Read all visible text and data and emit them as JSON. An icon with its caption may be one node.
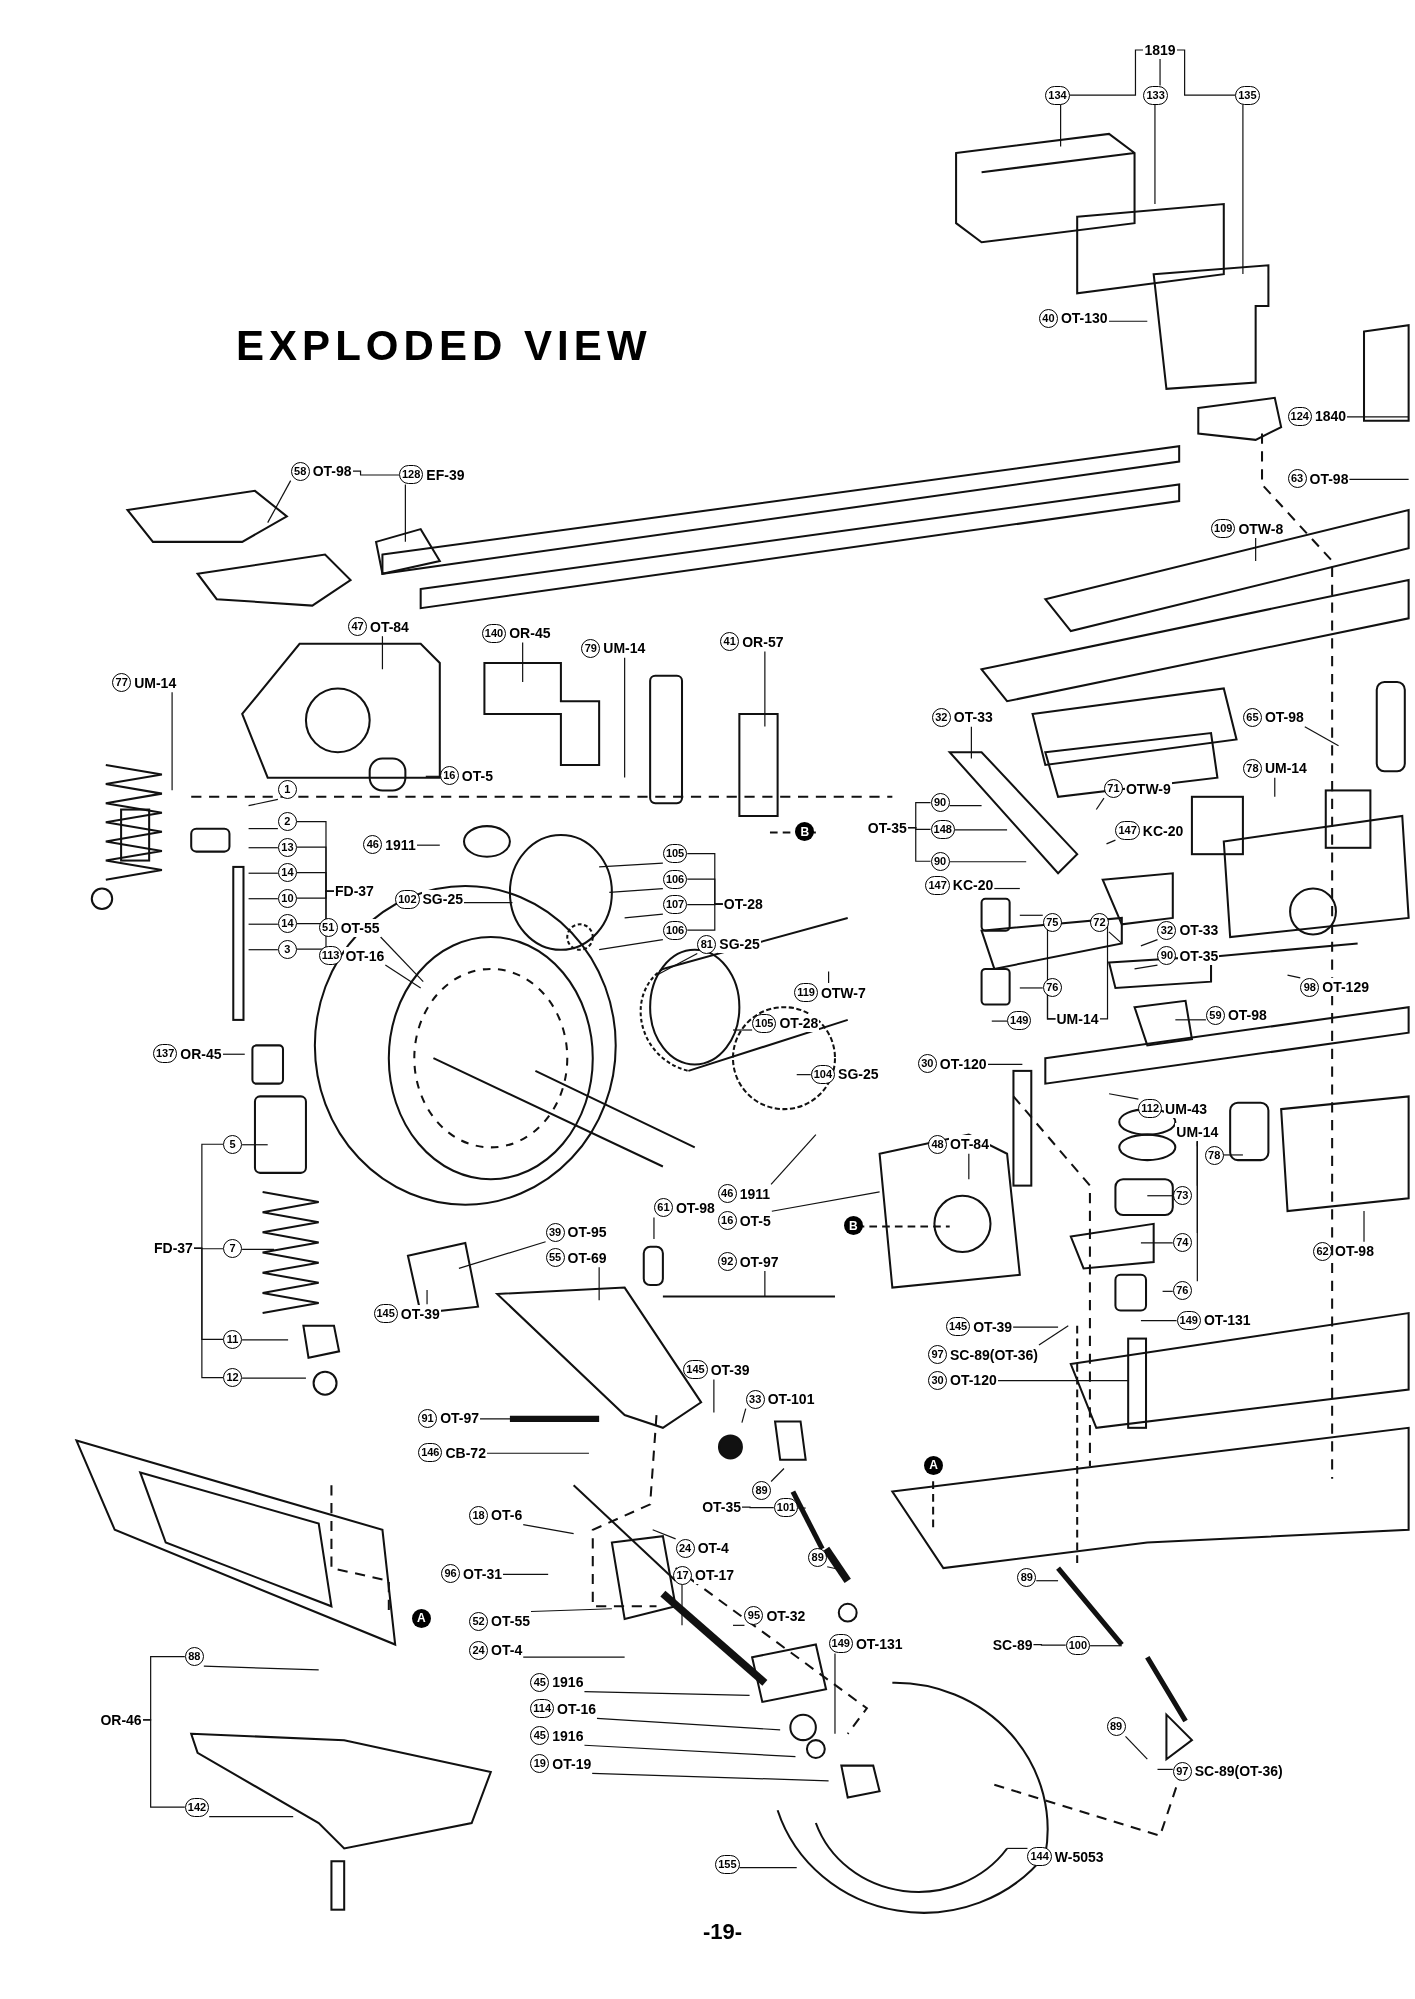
{
  "diagram": {
    "title": "EXPLODED VIEW",
    "nodes": [
      {
        "text": [
          "1819"
        ]
      },
      {
        "text": [
          "134"
        ]
      },
      {
        "text": [
          "133"
        ]
      },
      {
        "text": [
          "135"
        ]
      },
      {
        "text": [
          "40",
          "OT-130"
        ]
      },
      {
        "text": [
          "124",
          "1840"
        ]
      },
      {
        "text": [
          "63",
          "OT-98"
        ]
      },
      {
        "text": [
          "109",
          "OTW-8"
        ]
      },
      {
        "text": [
          "58",
          "OT-98"
        ]
      },
      {
        "text": [
          "128",
          "EF-39"
        ]
      },
      {
        "text": [
          "47",
          "OT-84"
        ]
      },
      {
        "text": [
          "140",
          "OR-45"
        ]
      },
      {
        "text": [
          "79",
          "UM-14"
        ]
      },
      {
        "text": [
          "41",
          "OR-57"
        ]
      },
      {
        "text": [
          "77",
          "UM-14"
        ]
      },
      {
        "text": [
          "16",
          "OT-5"
        ]
      },
      {
        "text": [
          "32",
          "OT-33"
        ]
      },
      {
        "text": [
          "65",
          "OT-98"
        ]
      },
      {
        "text": [
          "71",
          "OTW-9"
        ]
      },
      {
        "text": [
          "78",
          "UM-14"
        ]
      },
      {
        "text": [
          "OT-35"
        ]
      },
      {
        "text": [
          "90"
        ]
      },
      {
        "text": [
          "148"
        ]
      },
      {
        "text": [
          "90"
        ]
      },
      {
        "text": [
          "147",
          "KC-20"
        ]
      },
      {
        "text": [
          "147",
          "KC-20"
        ]
      },
      {
        "text": [
          "1"
        ]
      },
      {
        "text": [
          "2"
        ]
      },
      {
        "text": [
          "13"
        ]
      },
      {
        "text": [
          "14"
        ]
      },
      {
        "text": [
          "10"
        ]
      },
      {
        "text": [
          "14"
        ]
      },
      {
        "text": [
          "3"
        ]
      },
      {
        "text": [
          "FD-37"
        ]
      },
      {
        "text": [
          "46",
          "1911"
        ]
      },
      {
        "text": [
          "102",
          "SG-25"
        ]
      },
      {
        "text": [
          "51",
          "OT-55"
        ]
      },
      {
        "text": [
          "113",
          "OT-16"
        ]
      },
      {
        "text": [
          "105"
        ]
      },
      {
        "text": [
          "106"
        ]
      },
      {
        "text": [
          "107"
        ]
      },
      {
        "text": [
          "106"
        ]
      },
      {
        "text": [
          "OT-28"
        ]
      },
      {
        "text": [
          "81",
          "SG-25"
        ]
      },
      {
        "text": [
          "119",
          "OTW-7"
        ]
      },
      {
        "text": [
          "75"
        ]
      },
      {
        "text": [
          "72"
        ]
      },
      {
        "text": [
          "76"
        ]
      },
      {
        "text": [
          "UM-14"
        ]
      },
      {
        "text": [
          "149"
        ]
      },
      {
        "text": [
          "32",
          "OT-33"
        ]
      },
      {
        "text": [
          "90",
          "OT-35"
        ]
      },
      {
        "text": [
          "98",
          "OT-129"
        ]
      },
      {
        "text": [
          "59",
          "OT-98"
        ]
      },
      {
        "text": [
          "137",
          "OR-45"
        ]
      },
      {
        "text": [
          "105",
          "OT-28"
        ]
      },
      {
        "text": [
          "104",
          "SG-25"
        ]
      },
      {
        "text": [
          "30",
          "OT-120"
        ]
      },
      {
        "text": [
          "112",
          "UM-43"
        ]
      },
      {
        "text": [
          "UM-14"
        ]
      },
      {
        "text": [
          "78"
        ]
      },
      {
        "text": [
          "73"
        ]
      },
      {
        "text": [
          "74"
        ]
      },
      {
        "text": [
          "76"
        ]
      },
      {
        "text": [
          "149",
          "OT-131"
        ]
      },
      {
        "text": [
          "62",
          "OT-98"
        ]
      },
      {
        "text": [
          "5"
        ]
      },
      {
        "text": [
          "FD-37"
        ]
      },
      {
        "text": [
          "7"
        ]
      },
      {
        "text": [
          "11"
        ]
      },
      {
        "text": [
          "12"
        ]
      },
      {
        "text": [
          "48",
          "OT-84"
        ]
      },
      {
        "text": [
          "46",
          "1911"
        ]
      },
      {
        "text": [
          "16",
          "OT-5"
        ]
      },
      {
        "text": [
          "B"
        ]
      },
      {
        "text": [
          "B"
        ]
      },
      {
        "text": [
          "61",
          "OT-98"
        ]
      },
      {
        "text": [
          "39",
          "OT-95"
        ]
      },
      {
        "text": [
          "55",
          "OT-69"
        ]
      },
      {
        "text": [
          "92",
          "OT-97"
        ]
      },
      {
        "text": [
          "145",
          "OT-39"
        ]
      },
      {
        "text": [
          "145",
          "OT-39"
        ]
      },
      {
        "text": [
          "97",
          "SC-89(OT-36)"
        ]
      },
      {
        "text": [
          "30",
          "OT-120"
        ]
      },
      {
        "text": [
          "145",
          "OT-39"
        ]
      },
      {
        "text": [
          "33",
          "OT-101"
        ]
      },
      {
        "text": [
          "91",
          "OT-97"
        ]
      },
      {
        "text": [
          "146",
          "CB-72"
        ]
      },
      {
        "text": [
          "89"
        ]
      },
      {
        "text": [
          "18",
          "OT-6"
        ]
      },
      {
        "text": [
          "24",
          "OT-4"
        ]
      },
      {
        "text": [
          "OT-35"
        ]
      },
      {
        "text": [
          "101"
        ]
      },
      {
        "text": [
          "17",
          "OT-17"
        ]
      },
      {
        "text": [
          "89"
        ]
      },
      {
        "text": [
          "96",
          "OT-31"
        ]
      },
      {
        "text": [
          "52",
          "OT-55"
        ]
      },
      {
        "text": [
          "95",
          "OT-32"
        ]
      },
      {
        "text": [
          "24",
          "OT-4"
        ]
      },
      {
        "text": [
          "149",
          "OT-131"
        ]
      },
      {
        "text": [
          "89"
        ]
      },
      {
        "text": [
          "SC-89"
        ]
      },
      {
        "text": [
          "100"
        ]
      },
      {
        "text": [
          "89"
        ]
      },
      {
        "text": [
          "88"
        ]
      },
      {
        "text": [
          "OR-46"
        ]
      },
      {
        "text": [
          "142"
        ]
      },
      {
        "text": [
          "45",
          "1916"
        ]
      },
      {
        "text": [
          "114",
          "OT-16"
        ]
      },
      {
        "text": [
          "45",
          "1916"
        ]
      },
      {
        "text": [
          "19",
          "OT-19"
        ]
      },
      {
        "text": [
          "97",
          "SC-89(OT-36)"
        ]
      },
      {
        "text": [
          "155"
        ]
      },
      {
        "text": [
          "144",
          "W-5053"
        ]
      },
      {
        "text": [
          "A"
        ]
      },
      {
        "text": [
          "A"
        ]
      }
    ],
    "edges": [
      {
        "from": 1,
        "to": null,
        "arrow": "none"
      },
      {
        "from": 2,
        "to": null,
        "arrow": "none"
      },
      {
        "from": 3,
        "to": null,
        "arrow": "none"
      },
      {
        "from": 4,
        "to": null,
        "arrow": "none"
      },
      {
        "from": 5,
        "to": null,
        "arrow": "none"
      },
      {
        "from": 6,
        "to": null,
        "arrow": "none"
      },
      {
        "from": 7,
        "to": null,
        "arrow": "none"
      },
      {
        "from": 8,
        "to": null,
        "arrow": "none"
      },
      {
        "from": 9,
        "to": null,
        "arrow": "none"
      },
      {
        "from": 10,
        "to": null,
        "arrow": "none"
      },
      {
        "from": 11,
        "to": null,
        "arrow": "none"
      },
      {
        "from": 12,
        "to": null,
        "arrow": "none"
      },
      {
        "from": 13,
        "to": null,
        "arrow": "none"
      },
      {
        "from": 14,
        "to": null,
        "arrow": "none"
      },
      {
        "from": 15,
        "to": null,
        "arrow": "none"
      },
      {
        "from": 16,
        "to": null,
        "arrow": "none"
      },
      {
        "from": 17,
        "to": null,
        "arrow": "none"
      },
      {
        "from": 18,
        "to": null,
        "arrow": "none"
      },
      {
        "from": 19,
        "to": null,
        "arrow": "none"
      },
      {
        "from": 21,
        "to": null,
        "arrow": "none"
      },
      {
        "from": 22,
        "to": null,
        "arrow": "none"
      },
      {
        "from": 23,
        "to": null,
        "arrow": "none"
      },
      {
        "from": 24,
        "to": null,
        "arrow": "none"
      },
      {
        "from": 25,
        "to": null,
        "arrow": "none"
      },
      {
        "from": 26,
        "to": null,
        "arrow": "none"
      },
      {
        "from": 27,
        "to": null,
        "arrow": "none"
      },
      {
        "from": 28,
        "to": null,
        "arrow": "none"
      },
      {
        "from": 29,
        "to": null,
        "arrow": "none"
      },
      {
        "from": 30,
        "to": null,
        "arrow": "none"
      },
      {
        "from": 31,
        "to": null,
        "arrow": "none"
      },
      {
        "from": 32,
        "to": null,
        "arrow": "none"
      },
      {
        "from": 34,
        "to": null,
        "arrow": "none"
      },
      {
        "from": 35,
        "to": null,
        "arrow": "none"
      },
      {
        "from": 36,
        "to": null,
        "arrow": "none"
      },
      {
        "from": 37,
        "to": null,
        "arrow": "none"
      },
      {
        "from": 38,
        "to": null,
        "arrow": "none"
      },
      {
        "from": 39,
        "to": null,
        "arrow": "none"
      },
      {
        "from": 40,
        "to": null,
        "arrow": "none"
      },
      {
        "from": 41,
        "to": null,
        "arrow": "none"
      },
      {
        "from": 43,
        "to": null,
        "arrow": "none"
      },
      {
        "from": 44,
        "to": null,
        "arrow": "none"
      },
      {
        "from": 45,
        "to": null,
        "arrow": "none"
      },
      {
        "from": 46,
        "to": null,
        "arrow": "none"
      },
      {
        "from": 47,
        "to": null,
        "arrow": "none"
      },
      {
        "from": 49,
        "to": null,
        "arrow": "none"
      },
      {
        "from": 50,
        "to": null,
        "arrow": "none"
      },
      {
        "from": 51,
        "to": null,
        "arrow": "none"
      },
      {
        "from": 52,
        "to": null,
        "arrow": "none"
      },
      {
        "from": 53,
        "to": null,
        "arrow": "none"
      },
      {
        "from": 54,
        "to": null,
        "arrow": "none"
      },
      {
        "from": 55,
        "to": null,
        "arrow": "none"
      },
      {
        "from": 56,
        "to": null,
        "arrow": "none"
      },
      {
        "from": 57,
        "to": null,
        "arrow": "none"
      },
      {
        "from": 58,
        "to": null,
        "arrow": "none"
      },
      {
        "from": 60,
        "to": null,
        "arrow": "none"
      },
      {
        "from": 61,
        "to": null,
        "arrow": "none"
      },
      {
        "from": 62,
        "to": null,
        "arrow": "none"
      },
      {
        "from": 63,
        "to": null,
        "arrow": "none"
      },
      {
        "from": 64,
        "to": null,
        "arrow": "none"
      },
      {
        "from": 65,
        "to": null,
        "arrow": "none"
      },
      {
        "from": 66,
        "to": null,
        "arrow": "none"
      },
      {
        "from": 68,
        "to": null,
        "arrow": "none"
      },
      {
        "from": 69,
        "to": null,
        "arrow": "none"
      },
      {
        "from": 70,
        "to": null,
        "arrow": "none"
      },
      {
        "from": 71,
        "to": null,
        "arrow": "none"
      },
      {
        "from": 72,
        "to": null,
        "arrow": "none"
      },
      {
        "from": 73,
        "to": null,
        "arrow": "none"
      },
      {
        "from": 76,
        "to": null,
        "arrow": "none"
      },
      {
        "from": 77,
        "to": null,
        "arrow": "none"
      },
      {
        "from": 78,
        "to": null,
        "arrow": "none"
      },
      {
        "from": 79,
        "to": null,
        "arrow": "none"
      },
      {
        "from": 80,
        "to": null,
        "arrow": "none"
      },
      {
        "from": 81,
        "to": null,
        "arrow": "none"
      },
      {
        "from": 82,
        "to": null,
        "arrow": "none"
      },
      {
        "from": 83,
        "to": null,
        "arrow": "none"
      },
      {
        "from": 84,
        "to": null,
        "arrow": "none"
      },
      {
        "from": 85,
        "to": null,
        "arrow": "none"
      },
      {
        "from": 86,
        "to": null,
        "arrow": "none"
      },
      {
        "from": 87,
        "to": null,
        "arrow": "none"
      },
      {
        "from": 88,
        "to": null,
        "arrow": "none"
      },
      {
        "from": 89,
        "to": null,
        "arrow": "none"
      },
      {
        "from": 90,
        "to": null,
        "arrow": "none"
      },
      {
        "from": 92,
        "to": null,
        "arrow": "none"
      },
      {
        "from": 93,
        "to": null,
        "arrow": "none"
      },
      {
        "from": 94,
        "to": null,
        "arrow": "none"
      },
      {
        "from": 95,
        "to": null,
        "arrow": "none"
      },
      {
        "from": 96,
        "to": null,
        "arrow": "none"
      },
      {
        "from": 97,
        "to": null,
        "arrow": "none"
      },
      {
        "from": 98,
        "to": null,
        "arrow": "none"
      },
      {
        "from": 99,
        "to": null,
        "arrow": "none"
      },
      {
        "from": 100,
        "to": null,
        "arrow": "none"
      },
      {
        "from": 102,
        "to": null,
        "arrow": "none"
      },
      {
        "from": 103,
        "to": null,
        "arrow": "none"
      },
      {
        "from": 104,
        "to": null,
        "arrow": "none"
      },
      {
        "from": 106,
        "to": null,
        "arrow": "none"
      },
      {
        "from": 107,
        "to": null,
        "arrow": "none"
      },
      {
        "from": 108,
        "to": null,
        "arrow": "none"
      },
      {
        "from": 109,
        "to": null,
        "arrow": "none"
      },
      {
        "from": 110,
        "to": null,
        "arrow": "none"
      },
      {
        "from": 111,
        "to": null,
        "arrow": "none"
      },
      {
        "from": 112,
        "to": null,
        "arrow": "none"
      },
      {
        "from": 113,
        "to": null,
        "arrow": "none"
      },
      {
        "from": 0,
        "to": 1,
        "arrow": "none"
      },
      {
        "from": 0,
        "to": 2,
        "arrow": "none"
      },
      {
        "from": 0,
        "to": 3,
        "arrow": "none"
      },
      {
        "from": 8,
        "to": 9,
        "arrow": "none"
      },
      {
        "from": 20,
        "to": 21,
        "arrow": "none"
      },
      {
        "from": 20,
        "to": 22,
        "arrow": "none"
      },
      {
        "from": 20,
        "to": 23,
        "arrow": "none"
      },
      {
        "from": 33,
        "to": 27,
        "arrow": "none"
      },
      {
        "from": 33,
        "to": 28,
        "arrow": "none"
      },
      {
        "from": 33,
        "to": 29,
        "arrow": "none"
      },
      {
        "from": 33,
        "to": 30,
        "arrow": "none"
      },
      {
        "from": 33,
        "to": 31,
        "arrow": "none"
      },
      {
        "from": 33,
        "to": 32,
        "arrow": "none"
      },
      {
        "from": 42,
        "to": 38,
        "arrow": "none"
      },
      {
        "from": 42,
        "to": 39,
        "arrow": "none"
      },
      {
        "from": 42,
        "to": 40,
        "arrow": "none"
      },
      {
        "from": 42,
        "to": 41,
        "arrow": "none"
      },
      {
        "from": 48,
        "to": 45,
        "arrow": "none"
      },
      {
        "from": 48,
        "to": 46,
        "arrow": "none"
      },
      {
        "from": 48,
        "to": 47,
        "arrow": "none"
      },
      {
        "from": 59,
        "to": 60,
        "arrow": "none"
      },
      {
        "from": 59,
        "to": 61,
        "arrow": "none"
      },
      {
        "from": 59,
        "to": 62,
        "arrow": "none"
      },
      {
        "from": 59,
        "to": 63,
        "arrow": "none"
      },
      {
        "from": 67,
        "to": 66,
        "arrow": "none"
      },
      {
        "from": 67,
        "to": 68,
        "arrow": "none"
      },
      {
        "from": 67,
        "to": 69,
        "arrow": "none"
      },
      {
        "from": 67,
        "to": 70,
        "arrow": "none"
      },
      {
        "from": 91,
        "to": 92,
        "arrow": "none"
      },
      {
        "from": 101,
        "to": 102,
        "arrow": "none"
      },
      {
        "from": 105,
        "to": 104,
        "arrow": "none"
      },
      {
        "from": 105,
        "to": 106,
        "arrow": "none"
      }
    ],
    "labels": [
      "-19-"
    ]
  }
}
